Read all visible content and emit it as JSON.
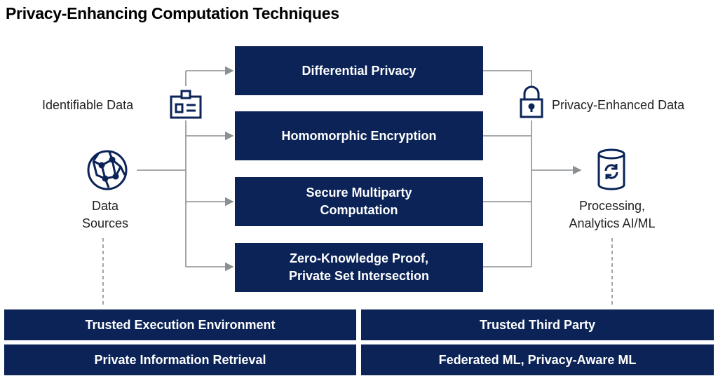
{
  "title": "Privacy-Enhancing Computation Techniques",
  "inputs": {
    "identifiable_data": "Identifiable Data",
    "data_sources_line1": "Data",
    "data_sources_line2": "Sources"
  },
  "outputs": {
    "privacy_enhanced_data": "Privacy-Enhanced Data",
    "processing_line1": "Processing,",
    "processing_line2": "Analytics AI/ML"
  },
  "techniques": [
    {
      "line1": "Differential Privacy",
      "line2": ""
    },
    {
      "line1": "Homomorphic Encryption",
      "line2": ""
    },
    {
      "line1": "Secure Multiparty",
      "line2": "Computation"
    },
    {
      "line1": "Zero-Knowledge Proof,",
      "line2": "Private Set Intersection"
    }
  ],
  "foundations": {
    "left": [
      "Trusted Execution Environment",
      "Private Information Retrieval"
    ],
    "right": [
      "Trusted Third Party",
      "Federated ML, Privacy-Aware ML"
    ]
  },
  "colors": {
    "navy": "#0b2357",
    "line": "#8a8f93"
  }
}
